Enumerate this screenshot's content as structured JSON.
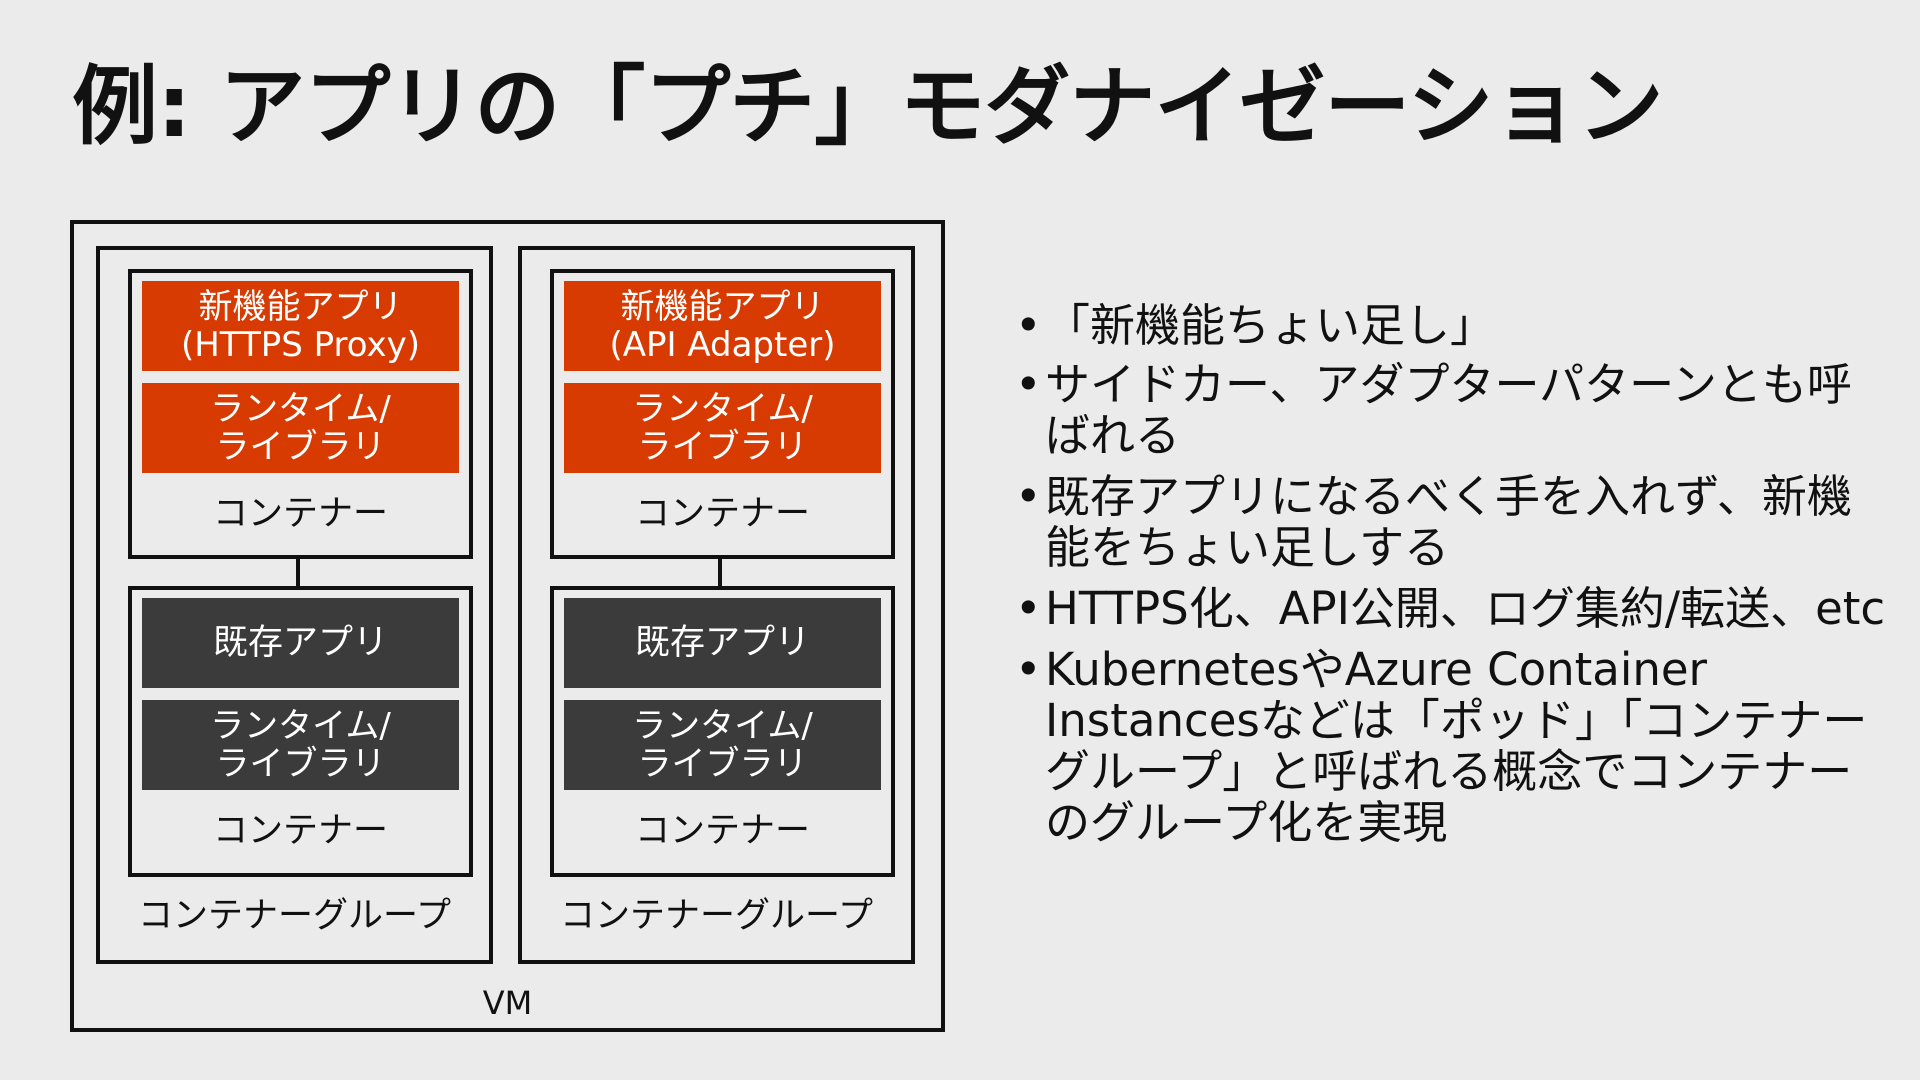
{
  "title": "例: アプリの「プチ」モダナイゼーション",
  "vm_label": "VM",
  "groups": [
    {
      "group_label": "コンテナーグループ",
      "top_container": {
        "layer1_line1": "新機能アプリ",
        "layer1_line2": "(HTTPS Proxy)",
        "layer2_line1": "ランタイム/",
        "layer2_line2": "ライブラリ",
        "label": "コンテナー"
      },
      "bottom_container": {
        "layer1": "既存アプリ",
        "layer2_line1": "ランタイム/",
        "layer2_line2": "ライブラリ",
        "label": "コンテナー"
      }
    },
    {
      "group_label": "コンテナーグループ",
      "top_container": {
        "layer1_line1": "新機能アプリ",
        "layer1_line2": "(API Adapter)",
        "layer2_line1": "ランタイム/",
        "layer2_line2": "ライブラリ",
        "label": "コンテナー"
      },
      "bottom_container": {
        "layer1": "既存アプリ",
        "layer2_line1": "ランタイム/",
        "layer2_line2": "ライブラリ",
        "label": "コンテナー"
      }
    }
  ],
  "bullets": [
    "「新機能ちょい足し」",
    "サイドカー、アダプターパターンとも呼ばれる",
    "既存アプリになるべく手を入れず、新機能をちょい足しする",
    "HTTPS化、API公開、ログ集約/転送、etc",
    "KubernetesやAzure Container Instancesなどは「ポッド」「コンテナーグループ」と呼ばれる概念でコンテナーのグループ化を実現"
  ],
  "colors": {
    "new_feature_layer": "#d83b01",
    "existing_layer": "#3b3b3b",
    "background": "#ebebeb"
  }
}
